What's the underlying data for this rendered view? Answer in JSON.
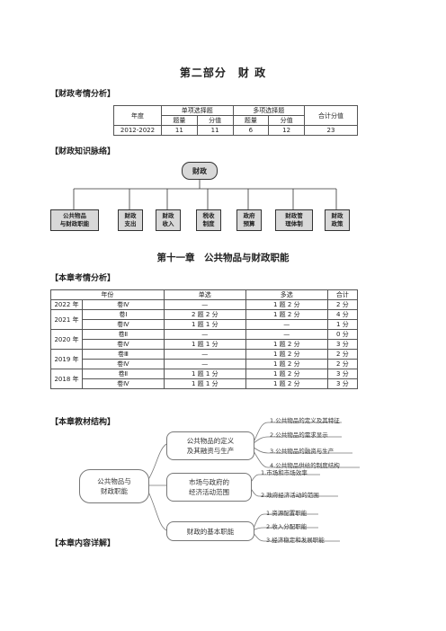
{
  "part_title": "第二部分　财 政",
  "section1": "【财政考情分析】",
  "analysis_table": {
    "year_header": "年度",
    "single_header": "单项选择题",
    "multi_header": "多项选择题",
    "total_header": "合计分值",
    "count_label": "题量",
    "score_label": "分值",
    "row": {
      "year": "2012-2022",
      "single_count": "11",
      "single_score": "11",
      "multi_count": "6",
      "multi_score": "12",
      "total": "23"
    }
  },
  "section2": "【财政知识脉络】",
  "knowledge_tree": {
    "root": "财政",
    "children": [
      {
        "line1": "公共物品",
        "line2": "与财政职能"
      },
      {
        "line1": "财政",
        "line2": "支出"
      },
      {
        "line1": "财政",
        "line2": "收入"
      },
      {
        "line1": "税收",
        "line2": "制度"
      },
      {
        "line1": "政府",
        "line2": "预算"
      },
      {
        "line1": "财政管",
        "line2": "理体制"
      },
      {
        "line1": "财政",
        "line2": "政策"
      }
    ]
  },
  "chapter_title": "第十一章　公共物品与财政职能",
  "section3": "【本章考情分析】",
  "chapter_table": {
    "headers": [
      "年份",
      "单选",
      "多选",
      "合计"
    ],
    "rows": [
      {
        "year": "2022 年",
        "paper": "卷Ⅳ",
        "single": "—",
        "multi": "1 题 2 分",
        "total": "2 分"
      },
      {
        "year": "2021 年",
        "paper": "卷Ⅰ",
        "single": "2 题 2 分",
        "multi": "1 题 2 分",
        "total": "4 分"
      },
      {
        "year": "",
        "paper": "卷Ⅳ",
        "single": "1 题 1 分",
        "multi": "—",
        "total": "1 分"
      },
      {
        "year": "2020 年",
        "paper": "卷Ⅱ",
        "single": "—",
        "multi": "—",
        "total": "0 分"
      },
      {
        "year": "",
        "paper": "卷Ⅳ",
        "single": "1 题 1 分",
        "multi": "1 题 2 分",
        "total": "3 分"
      },
      {
        "year": "2019 年",
        "paper": "卷Ⅲ",
        "single": "—",
        "multi": "1 题 2 分",
        "total": "2 分"
      },
      {
        "year": "",
        "paper": "卷Ⅳ",
        "single": "—",
        "multi": "1 题 2 分",
        "total": "2 分"
      },
      {
        "year": "2018 年",
        "paper": "卷Ⅱ",
        "single": "1 题 1 分",
        "multi": "1 题 2 分",
        "total": "3 分"
      },
      {
        "year": "",
        "paper": "卷Ⅳ",
        "single": "1 题 1 分",
        "multi": "1 题 2 分",
        "total": "3 分"
      }
    ]
  },
  "section4": "【本章教材结构】",
  "mindmap": {
    "center_l1": "公共物品与",
    "center_l2": "财政职能",
    "b1_l1": "公共物品的定义",
    "b1_l2": "及其融资与生产",
    "b1_leaves": [
      "1.公共物品的定义及其特征",
      "2.公共物品的需求显示",
      "3.公共物品的融资与生产",
      "4.公共物品供给的制度结构"
    ],
    "b2_l1": "市场与政府的",
    "b2_l2": "经济活动范围",
    "b2_leaves": [
      "1.市场和市场效率",
      "2.政府经济活动的范围"
    ],
    "b3": "财政的基本职能",
    "b3_leaves": [
      "1.资源配置职能",
      "2.收入分配职能",
      "3.经济稳定和发展职能"
    ]
  },
  "section5": "【本章内容详解】"
}
